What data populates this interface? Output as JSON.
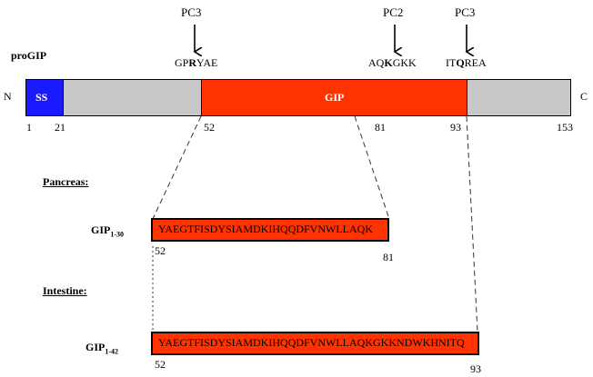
{
  "cleavage": [
    {
      "enzyme": "PC3",
      "pre": "GP",
      "site": "R",
      "post": "YAE"
    },
    {
      "enzyme": "PC2",
      "pre": "AQ",
      "site": "K",
      "post": "GKK"
    },
    {
      "enzyme": "PC3",
      "pre": "IT",
      "site": "Q",
      "post": "REA"
    }
  ],
  "precursor": {
    "label": "proGIP",
    "n_term": "N",
    "c_term": "C",
    "signal": "SS",
    "mature": "GIP",
    "positions": [
      "1",
      "21",
      "52",
      "81",
      "93",
      "153"
    ],
    "colors": {
      "signal": "#1a1aff",
      "mature": "#ff3300",
      "propeptide": "#c8c8c8"
    }
  },
  "pancreas": {
    "heading": "Pancreas:",
    "name": "GIP",
    "sub": "1-30",
    "sequence": "YAEGTFISDYSIAMDKIHQQDFVNWLLAQK",
    "start": "52",
    "end": "81"
  },
  "intestine": {
    "heading": "Intestine:",
    "name": "GIP",
    "sub": "1-42",
    "sequence": "YAEGTFISDYSIAMDKIHQQDFVNWLLAQKGKKNDWKHNITQ",
    "start": "52",
    "end": "93"
  }
}
